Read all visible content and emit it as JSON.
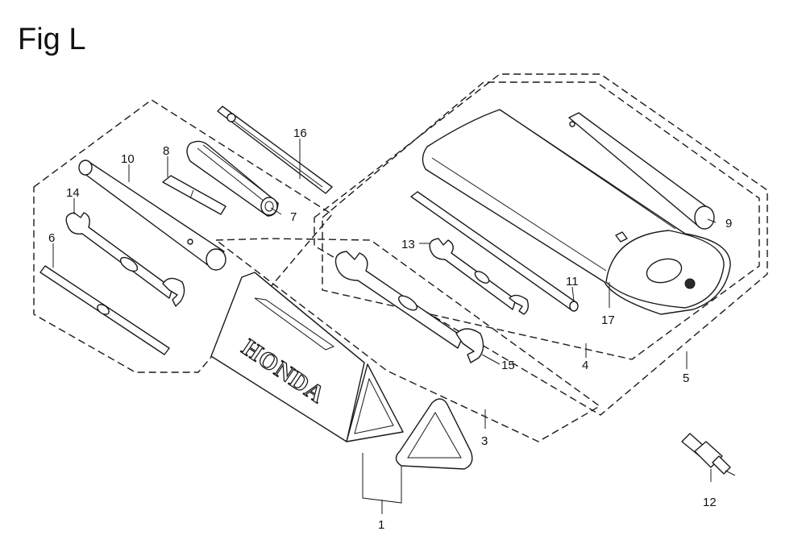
{
  "figure": {
    "title": "Fig L",
    "brand_text": "HONDA"
  },
  "callouts": {
    "c1": "1",
    "c3": "3",
    "c4": "4",
    "c5": "5",
    "c6": "6",
    "c7": "7",
    "c8": "8",
    "c9": "9",
    "c10": "10",
    "c11": "11",
    "c12": "12",
    "c13": "13",
    "c14": "14",
    "c15": "15",
    "c16": "16",
    "c17": "17"
  }
}
